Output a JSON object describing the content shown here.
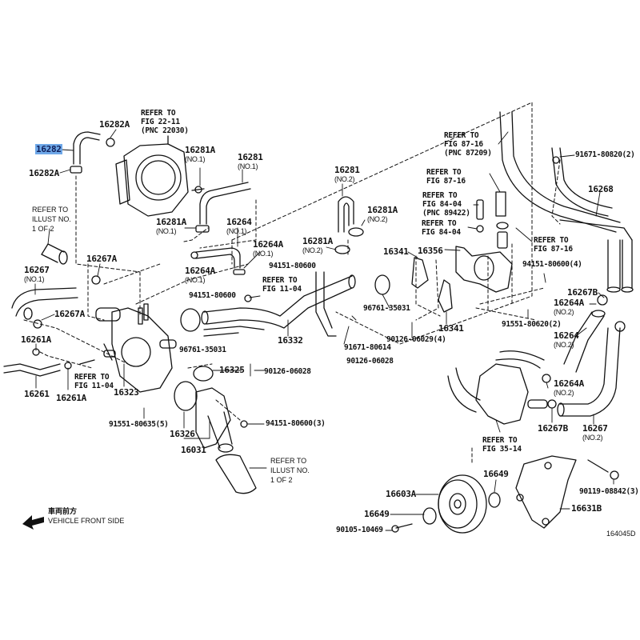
{
  "diagram": {
    "figure_code": "164045D",
    "highlight_color": "#6fa8e8",
    "vehicle_front": {
      "jp": "車両前方",
      "en": "VEHICLE FRONT SIDE",
      "icon": "arrow-left-icon"
    },
    "parts": {
      "p16282": {
        "code": "16282",
        "highlighted": true
      },
      "p16282A_top": {
        "code": "16282A"
      },
      "p16282A_bottom": {
        "code": "16282A"
      },
      "p16281A_a": {
        "code": "16281A",
        "note": "(NO.1)"
      },
      "p16281_no1": {
        "code": "16281",
        "note": "(NO.1)"
      },
      "p16281A_b": {
        "code": "16281A",
        "note": "(NO.1)"
      },
      "p16264_no1": {
        "code": "16264",
        "note": "(NO.1)"
      },
      "p16264A_a": {
        "code": "16264A",
        "note": "(NO.1)"
      },
      "p16264A_b": {
        "code": "16264A",
        "note": "(NO.1)"
      },
      "p16267A_top": {
        "code": "16267A"
      },
      "p16267_no1": {
        "code": "16267",
        "note": "(NO.1)"
      },
      "p16267A_bottom": {
        "code": "16267A"
      },
      "p16261A_a": {
        "code": "16261A"
      },
      "p16261": {
        "code": "16261"
      },
      "p16261A_b": {
        "code": "16261A"
      },
      "p16323": {
        "code": "16323"
      },
      "p91551_80635": {
        "code": "91551-80635(5)"
      },
      "p94151_80600_a": {
        "code": "94151-80600"
      },
      "p94151_80600_b": {
        "code": "94151-80600"
      },
      "p96761_35031_a": {
        "code": "96761-35031"
      },
      "p16332": {
        "code": "16332"
      },
      "p16325": {
        "code": "16325"
      },
      "p90126_06028_a": {
        "code": "90126-06028"
      },
      "p90126_06028_b": {
        "code": "90126-06028"
      },
      "p16326": {
        "code": "16326"
      },
      "p16031": {
        "code": "16031"
      },
      "p94151_80600_3": {
        "code": "94151-80600(3)"
      },
      "p16281_no2": {
        "code": "16281",
        "note": "(NO.2)"
      },
      "p16281A_no2_a": {
        "code": "16281A",
        "note": "(NO.2)"
      },
      "p16281A_no2_b": {
        "code": "16281A",
        "note": "(NO.2)"
      },
      "p16341_a": {
        "code": "16341"
      },
      "p16341_b": {
        "code": "16341"
      },
      "p16356": {
        "code": "16356"
      },
      "p96761_35031_b": {
        "code": "96761-35031"
      },
      "p91671_80614": {
        "code": "91671-80614"
      },
      "p90126_06029": {
        "code": "90126-06029(4)"
      },
      "p91671_80820": {
        "code": "91671-80820(2)"
      },
      "p16268": {
        "code": "16268"
      },
      "p94151_80600_4": {
        "code": "94151-80600(4)"
      },
      "p91551_80620": {
        "code": "91551-80620(2)"
      },
      "p16267B_a": {
        "code": "16267B"
      },
      "p16264A_no2_a": {
        "code": "16264A",
        "note": "(NO.2)"
      },
      "p16264_no2": {
        "code": "16264",
        "note": "(NO.2)"
      },
      "p16264A_no2_b": {
        "code": "16264A",
        "note": "(NO.2)"
      },
      "p16267B_b": {
        "code": "16267B"
      },
      "p16267_no2": {
        "code": "16267",
        "note": "(NO.2)"
      },
      "p16603A": {
        "code": "16603A"
      },
      "p16649_a": {
        "code": "16649"
      },
      "p16649_b": {
        "code": "16649"
      },
      "p90105_10469": {
        "code": "90105-10469"
      },
      "p16631B": {
        "code": "16631B"
      },
      "p90119_08842": {
        "code": "90119-08842(3)"
      }
    },
    "references": {
      "r_fig22_11": "REFER TO\nFIG 22-11\n(PNC 22030)",
      "r_illust_a": "REFER TO\nILLUST NO.\n1 OF 2",
      "r_illust_b": "REFER TO\nILLUST NO.\n1 OF 2",
      "r_fig11_04_a": "REFER TO\nFIG 11-04",
      "r_fig11_04_b": "REFER TO\nFIG 11-04",
      "r_fig87_16_pnc": "REFER TO\nFIG 87-16\n(PNC 87209)",
      "r_fig87_16_a": "REFER TO\nFIG 87-16",
      "r_fig84_04_pnc": "REFER TO\nFIG 84-04\n(PNC 89422)",
      "r_fig84_04": "REFER TO\nFIG 84-04",
      "r_fig87_16_b": "REFER TO\nFIG 87-16",
      "r_fig35_14": "REFER TO\nFIG 35-14"
    }
  }
}
